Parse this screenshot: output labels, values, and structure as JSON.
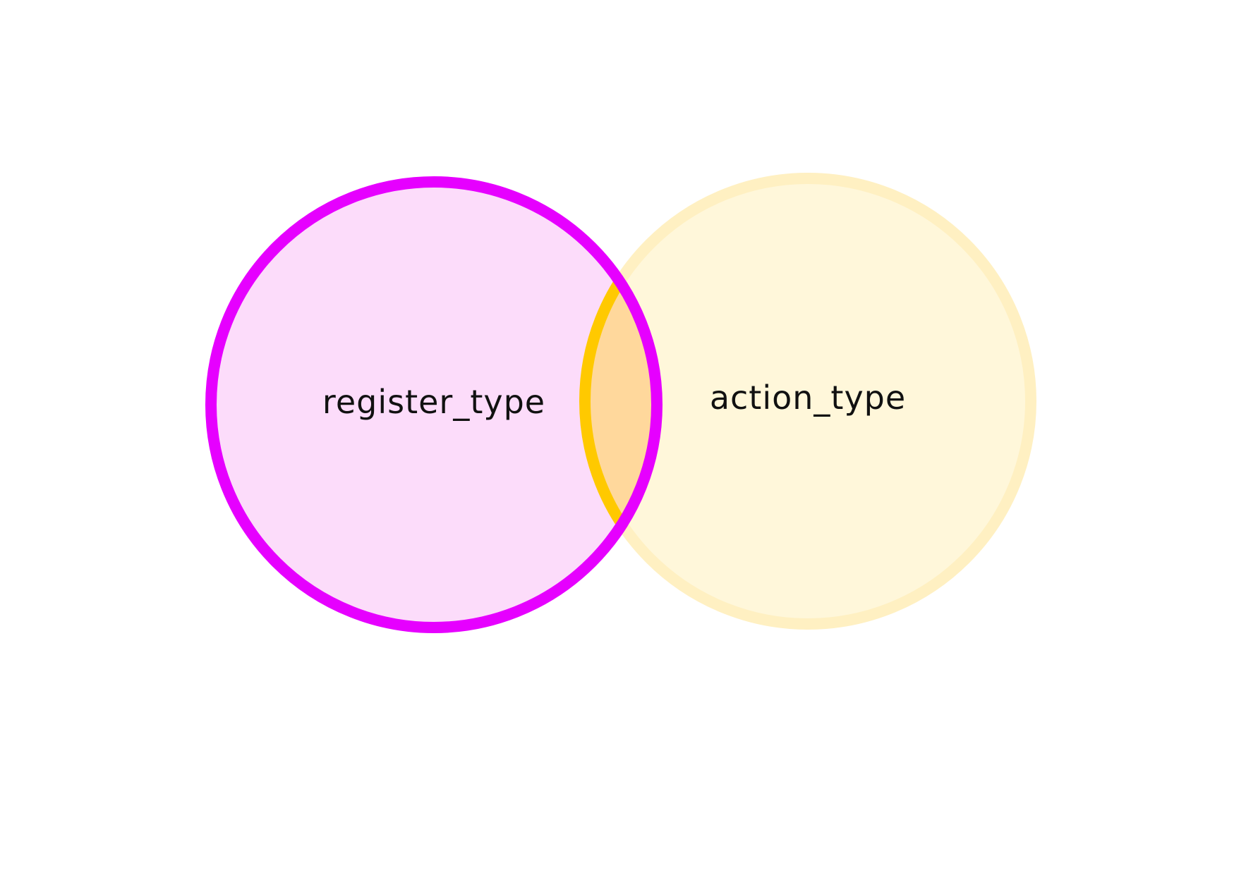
{
  "diagram": {
    "type": "venn",
    "sets": [
      {
        "id": "register",
        "label": "register_type",
        "fill": "#fcdcfa",
        "stroke": "#e600ff",
        "emphasized": true
      },
      {
        "id": "action",
        "label": "action_type",
        "fill": "#fff7da",
        "stroke": "#fff0c2",
        "emphasized": false
      }
    ],
    "intersection": {
      "fill": "#ffd89c",
      "edge": "#ffc900"
    }
  }
}
